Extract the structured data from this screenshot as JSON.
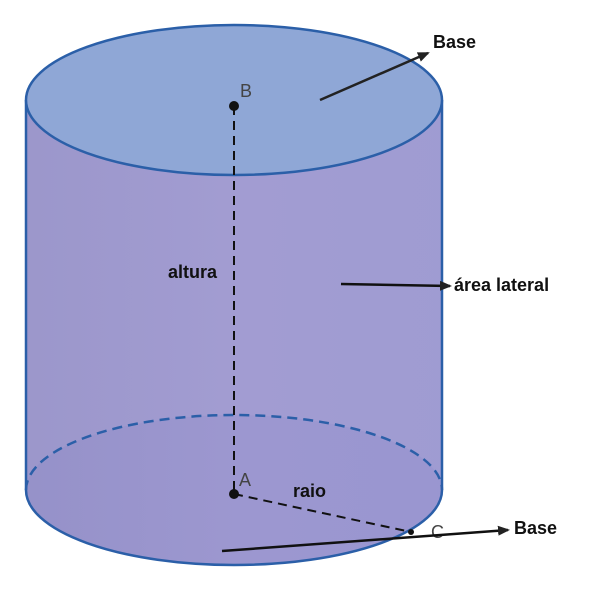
{
  "labels": {
    "base_top": "Base",
    "base_bottom": "Base",
    "lateral_area": "área lateral",
    "height": "altura",
    "radius": "raio",
    "point_top_center": "B",
    "point_bottom_center": "A",
    "point_rim": "C"
  },
  "colors": {
    "top_face": "#8fa7d6",
    "lateral": "#9a96cc",
    "bottom_face": "#8e9ad9",
    "edge": "#2b5fa8",
    "arrow": "#222222",
    "dashed": "#111111"
  }
}
